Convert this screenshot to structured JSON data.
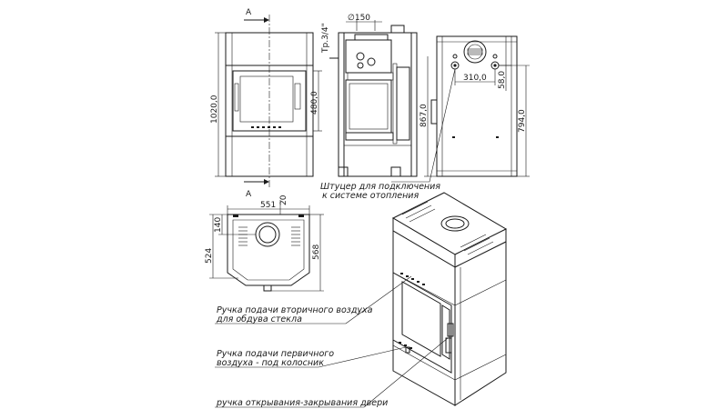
{
  "section_marks": {
    "top": "A",
    "bottom": "A"
  },
  "dimensions": {
    "front_height": "1020,0",
    "door_height": "480,0",
    "flue_diameter": "∅150",
    "thread": "Тр.3/4\"",
    "pipe_spacing": "310,0",
    "pipe_offset": "58,0",
    "pipe_height": "794,0",
    "inlet_height": "867,0",
    "plan_width": "551",
    "plan_offset": "20",
    "plan_flue": "140",
    "plan_left_depth": "524",
    "plan_right_depth": "568"
  },
  "annotations": {
    "heating_fitting_line1": "Штуцер для подключения",
    "heating_fitting_line2": "к системе отопления",
    "secondary_air_line1": "Ручка подачи вторичного воздуха",
    "secondary_air_line2": "для обдува стекла",
    "primary_air_line1": "Ручка подачи первичного",
    "primary_air_line2": "воздуха - под колосник",
    "door_handle": "ручка открывания-закрывания двери"
  }
}
